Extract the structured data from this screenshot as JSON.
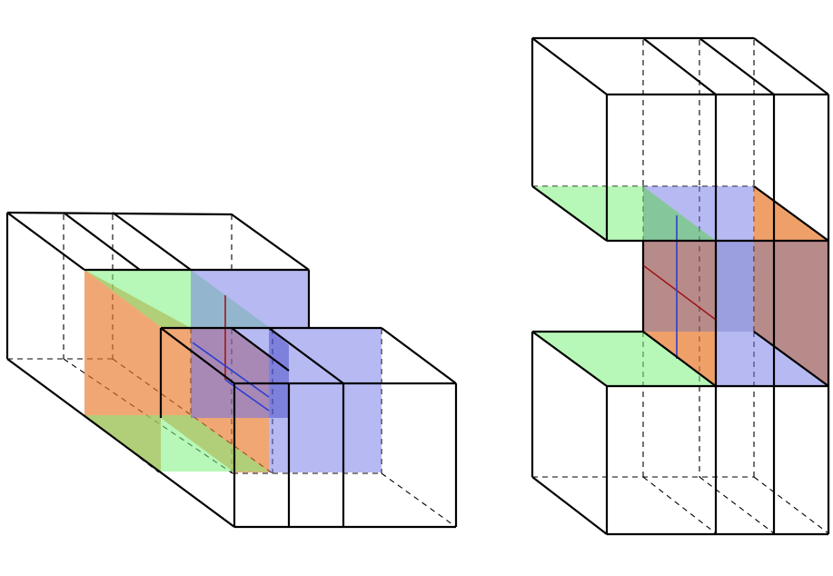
{
  "colors": {
    "background": "#ffffff",
    "edge": "#000000",
    "orange_plane": "#e8782a",
    "green_plane": "#7cf07c",
    "blue_plane": "#6f74e6",
    "red_line": "#a01818",
    "blue_line": "#2a3fd0"
  },
  "figures": [
    {
      "id": "left",
      "description_name": "l-shaped-block-assembly",
      "planes": [
        "orange-plane",
        "green-plane",
        "blue-plane"
      ]
    },
    {
      "id": "right",
      "description_name": "c-shaped-block-assembly",
      "planes": [
        "orange-plane",
        "green-plane",
        "blue-plane"
      ]
    }
  ]
}
